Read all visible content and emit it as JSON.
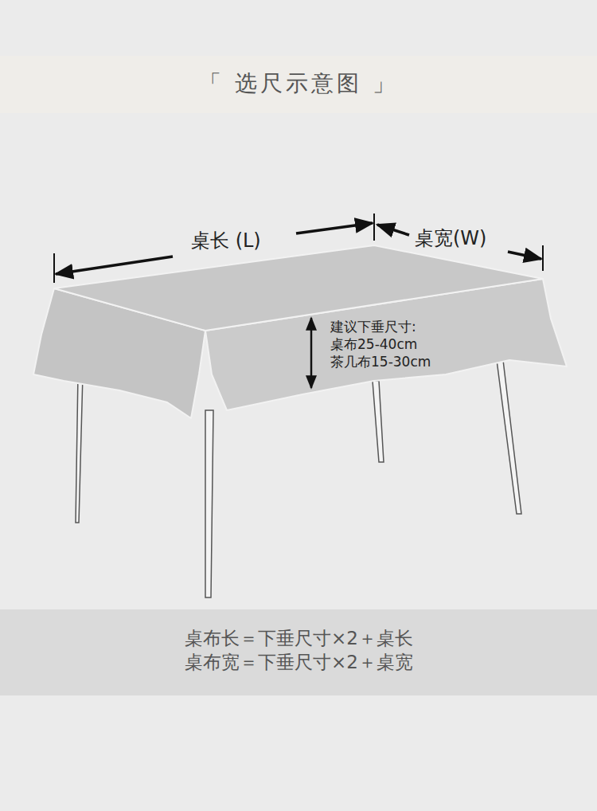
{
  "diagram": {
    "title": "「 选尺示意图 」",
    "labels": [
      "桌长 (L)",
      "桌宽(W)",
      "建议下垂尺寸:",
      "桌布25-40cm",
      "茶几布15-30cm",
      "桌布长＝下垂尺寸×2＋桌长",
      "桌布宽＝下垂尺寸×2＋桌宽"
    ]
  }
}
